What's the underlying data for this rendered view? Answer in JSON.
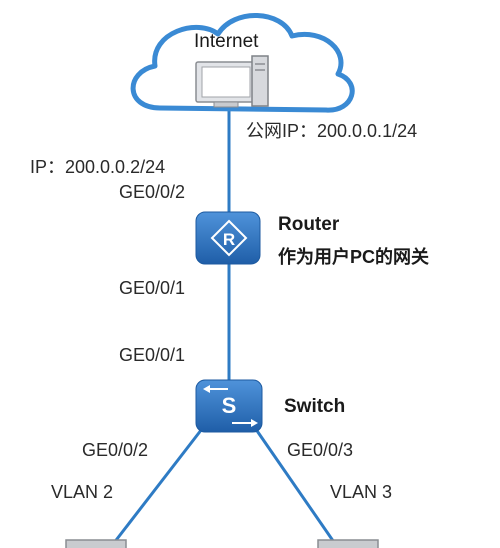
{
  "internet": {
    "label": "Internet"
  },
  "links": {
    "public_ip": "公网IP：200.0.0.1/24",
    "router_ip": "IP：200.0.0.2/24",
    "router_up_port": "GE0/0/2",
    "router_down_port": "GE0/0/1",
    "switch_up_port": "GE0/0/1",
    "switch_left_port": "GE0/0/2",
    "switch_right_port": "GE0/0/3",
    "vlan_left": "VLAN 2",
    "vlan_right": "VLAN 3"
  },
  "router": {
    "name": "Router",
    "desc": "作为用户PC的网关",
    "glyph": "R",
    "icon": "router-icon"
  },
  "switch": {
    "name": "Switch",
    "glyph": "S",
    "icon": "switch-icon"
  },
  "colors": {
    "device_blue": "#2f74c3",
    "line_blue": "#2e7bc4",
    "cloud_stroke": "#3a8ad4"
  }
}
